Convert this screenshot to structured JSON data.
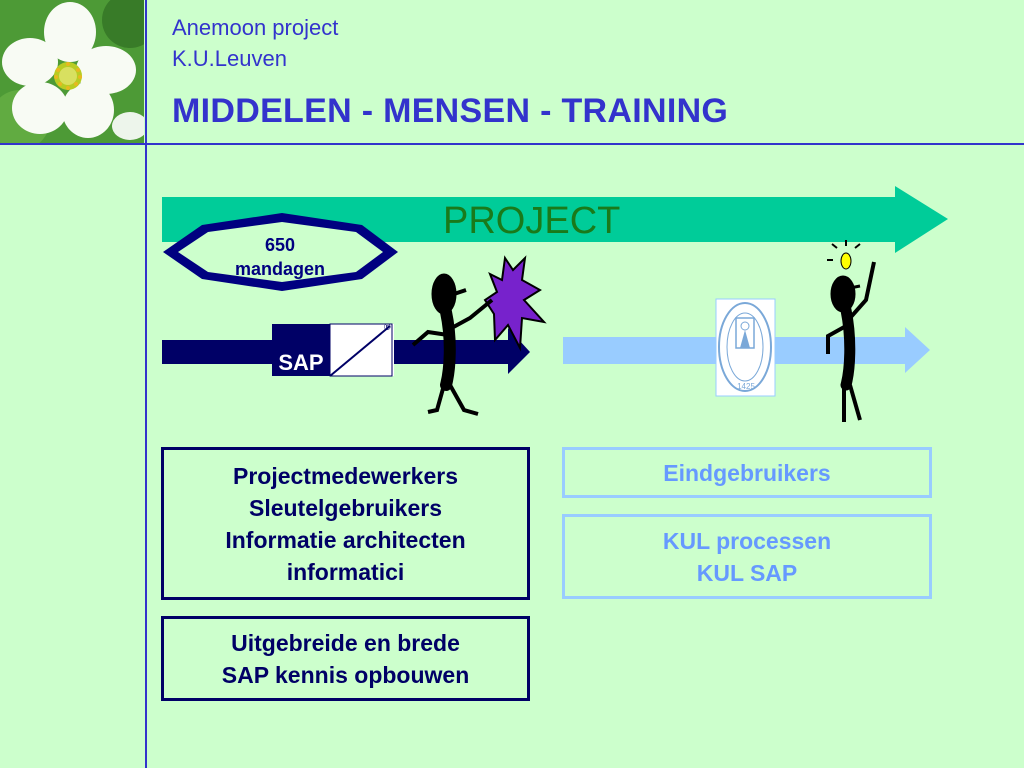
{
  "header": {
    "line1": "Anemoon project",
    "line2": "K.U.Leuven",
    "title": "MIDDELEN - MENSEN - TRAINING"
  },
  "diagram": {
    "project_label": "PROJECT",
    "badge": {
      "line1": "650",
      "line2": "mandagen"
    },
    "sap_logo": {
      "text": "SAP",
      "registered": "®"
    },
    "kul_seal_year": "1425"
  },
  "left_column": {
    "roles": [
      "Projectmedewerkers",
      "Sleutelgebruikers",
      "Informatie architecten",
      "informatici"
    ],
    "training": [
      "Uitgebreide en brede",
      "SAP kennis opbouwen"
    ]
  },
  "right_column": {
    "users": "Eindgebruikers",
    "processes": [
      "KUL processen",
      "KUL SAP"
    ]
  },
  "colors": {
    "background": "#ccffcc",
    "header_blue": "#3333cc",
    "navy": "#000066",
    "light_blue": "#99ccff",
    "project_arrow": "#00cc99",
    "badge_purple": "#7722cc"
  }
}
